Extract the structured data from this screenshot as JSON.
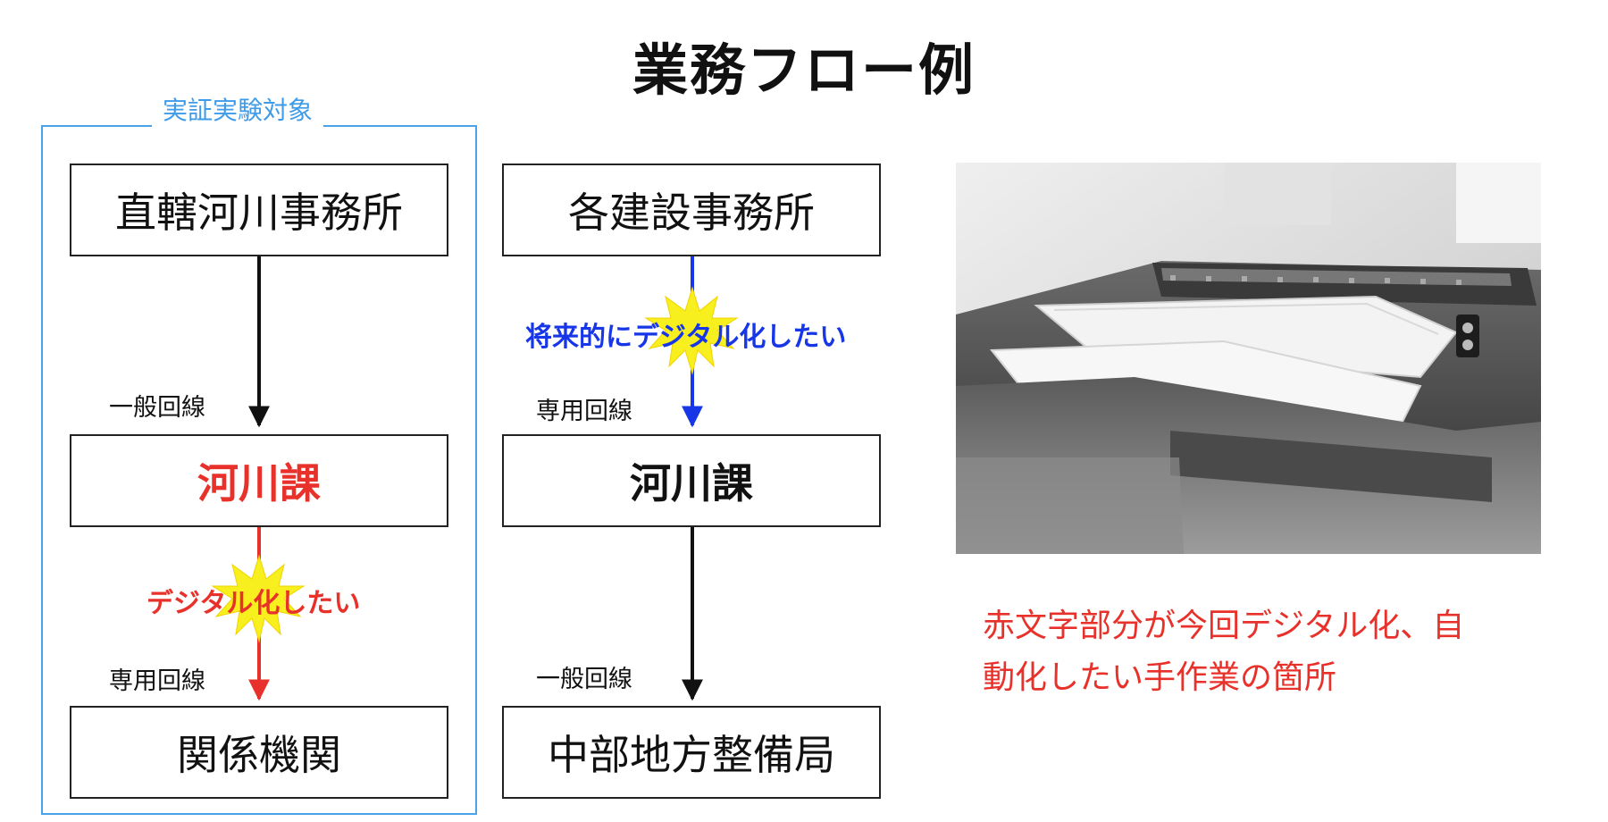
{
  "title": "業務フロー例",
  "group": {
    "label": "実証実験対象"
  },
  "left_flow": {
    "top": "直轄河川事務所",
    "link1": "一般回線",
    "middle": "河川課",
    "burst": "デジタル化したい",
    "link2": "専用回線",
    "bottom": "関係機関"
  },
  "right_flow": {
    "top": "各建設事務所",
    "burst": "将来的にデジタル化したい",
    "link1": "専用回線",
    "middle": "河川課",
    "link2": "一般回線",
    "bottom": "中部地方整備局"
  },
  "note": {
    "line1": "赤文字部分が今回デジタル化、自",
    "line2": "動化したい手作業の箇所"
  },
  "colors": {
    "red": "#e8312a",
    "blue": "#1736e8",
    "group": "#4aa3e8",
    "burst": "#f7ef1e"
  }
}
